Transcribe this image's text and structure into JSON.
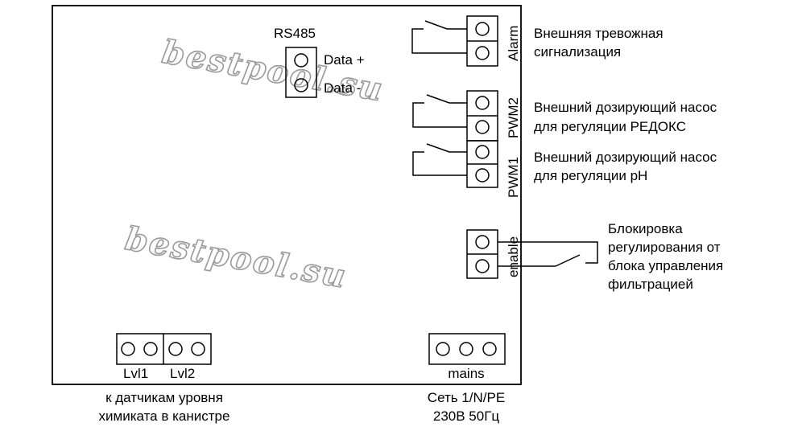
{
  "rs485": {
    "title": "RS485",
    "pin1": "Data +",
    "pin2": "Data -"
  },
  "terminals": {
    "alarm": {
      "label": "Alarm",
      "description": [
        "Внешняя тревожная",
        "сигнализация"
      ]
    },
    "pwm2": {
      "label": "PWM2",
      "description": [
        "Внешний дозирующий насос",
        "для регуляции РЕДОКС"
      ]
    },
    "pwm1": {
      "label": "PWM1",
      "description": [
        "Внешний дозирующий насос",
        "для регуляции pH"
      ]
    },
    "enable": {
      "label": "enable",
      "description": [
        "Блокировка",
        "регулирования от",
        "блока управления",
        "фильтрацией"
      ]
    }
  },
  "level": {
    "lvl1": "Lvl1",
    "lvl2": "Lvl2",
    "caption": [
      "к датчикам уровня",
      "химиката в канистре"
    ]
  },
  "mains": {
    "label": "mains",
    "caption": [
      "Сеть 1/N/PE",
      "230В 50Гц"
    ]
  },
  "watermarks": [
    "bestpool.su",
    "bestpool.su"
  ]
}
